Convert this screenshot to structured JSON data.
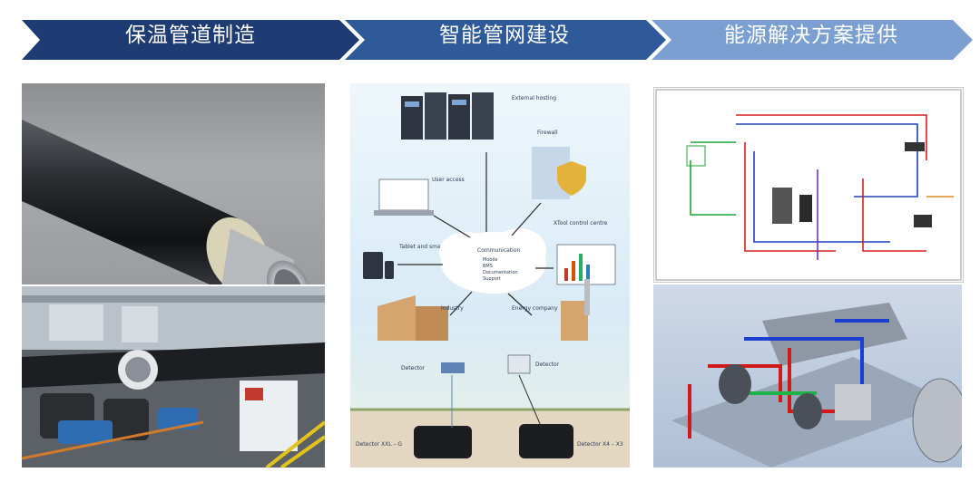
{
  "header": {
    "steps": [
      {
        "label": "保温管道制造"
      },
      {
        "label": "智能管网建设"
      },
      {
        "label": "能源解决方案提供"
      }
    ],
    "colors": [
      "#1e3b74",
      "#2f5a9a",
      "#7a9fd0"
    ]
  },
  "network_diagram": {
    "external_hosting": "External hosting",
    "firewall": "Firewall",
    "user_access": "User access",
    "control_centre": "XTool control centre",
    "tablet": "Tablet and smartphone",
    "communication": "Communication",
    "comm_items": [
      "Mobile",
      "BMS",
      "Documentation",
      "Support"
    ],
    "industry": "Industry",
    "energy_company": "Energy company",
    "detector_left": "Detector",
    "detector_right": "Detector",
    "detector_pipe_left": "Detector XXL – G",
    "detector_pipe_right": "Detector X4 – X3"
  }
}
